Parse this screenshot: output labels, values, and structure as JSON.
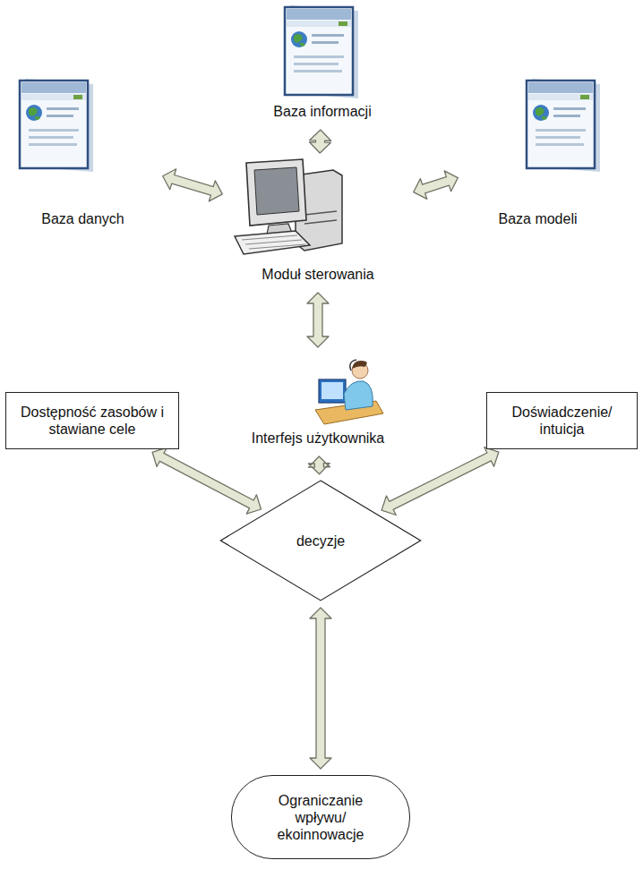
{
  "diagram": {
    "nodes": [
      {
        "text": [
          "Baza informacji"
        ]
      },
      {
        "text": [
          "Baza danych"
        ]
      },
      {
        "text": [
          "Baza modeli"
        ]
      },
      {
        "text": [
          "Moduł sterowania"
        ]
      },
      {
        "text": [
          "Dostępność zasobów i stawiane cele"
        ]
      },
      {
        "text": [
          "Interfejs użytkownika"
        ]
      },
      {
        "text": [
          "Doświadczenie/ intuicja"
        ]
      },
      {
        "text": [
          "decyzje"
        ]
      },
      {
        "text": [
          "Ograniczanie wpływu/ ekoinnowacje"
        ]
      }
    ],
    "edges": [
      {
        "from": 0,
        "to": 3,
        "arrow": "both"
      },
      {
        "from": 1,
        "to": 3,
        "arrow": "both"
      },
      {
        "from": 2,
        "to": 3,
        "arrow": "both"
      },
      {
        "from": 3,
        "to": 5,
        "arrow": "both"
      },
      {
        "from": 5,
        "to": 7,
        "arrow": "both"
      },
      {
        "from": 4,
        "to": 7,
        "arrow": "both"
      },
      {
        "from": 6,
        "to": 7,
        "arrow": "both"
      },
      {
        "from": 7,
        "to": 8,
        "arrow": "both"
      }
    ]
  }
}
